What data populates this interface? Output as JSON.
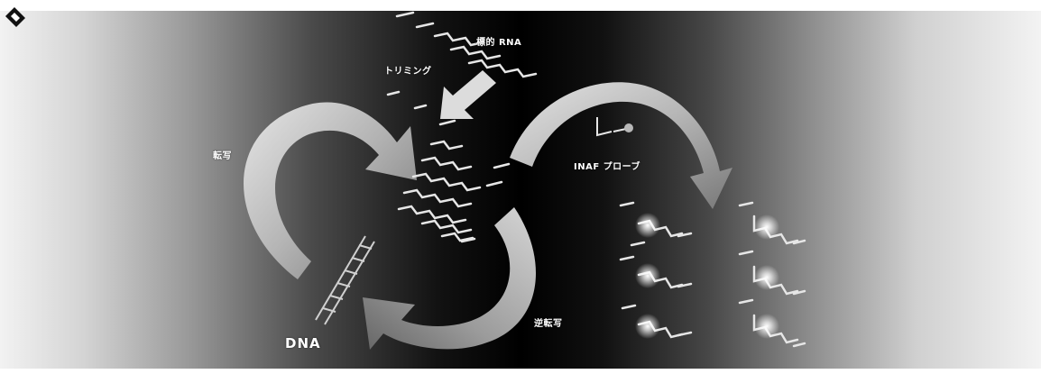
{
  "labels": {
    "target_rna": "標的 RNA",
    "trimming": "トリミング",
    "transcription": "転写",
    "reverse_transcription": "逆転写",
    "inaf_probe": "INAF プローブ",
    "dna": "DNA"
  },
  "colors": {
    "arrow_fill": "#c9c9c9",
    "strand": "#e6e6e6",
    "glow": "#ffffff"
  }
}
